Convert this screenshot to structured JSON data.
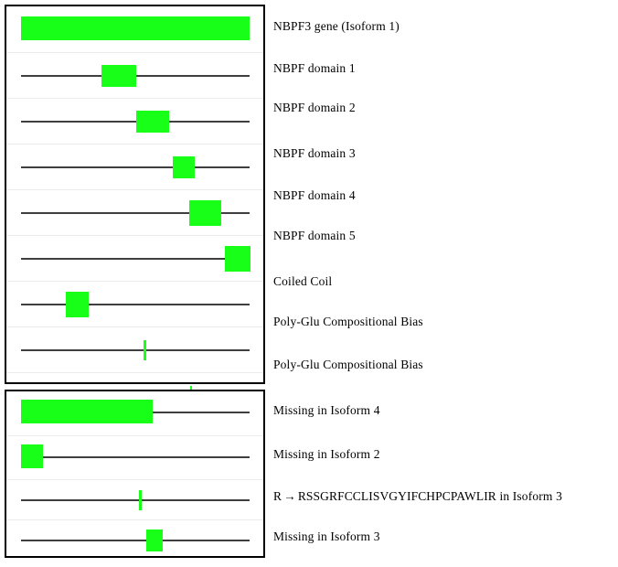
{
  "figure": {
    "title": "NBPF3 protein feature / domain diagram",
    "colors": {
      "feature_green": "#18ff18",
      "backbone_gray": "#3f3f3f",
      "row_divider": "#ececec",
      "panel_border": "#000000",
      "background": "#ffffff",
      "text": "#000000"
    }
  },
  "panels": [
    {
      "id": "panel-main",
      "name": "canonical-features-panel",
      "rows": [
        {
          "id": "row-gene",
          "label": "NBPF3  gene (Isoform  1)",
          "feature_type": "full-length-bar",
          "backbone": false,
          "features": [
            {
              "start_pct": 1.6,
              "end_pct": 100.0,
              "shape": "bar"
            }
          ]
        },
        {
          "id": "row-nbpf-domain-1",
          "label": "NBPF  domain 1",
          "feature_type": "domain",
          "backbone": true,
          "features": [
            {
              "start_pct": 35.2,
              "end_pct": 50.0,
              "shape": "box"
            }
          ]
        },
        {
          "id": "row-nbpf-domain-2",
          "label": "NBPF  domain 2",
          "feature_type": "domain",
          "backbone": true,
          "features": [
            {
              "start_pct": 51.2,
              "end_pct": 65.2,
              "shape": "box"
            }
          ]
        },
        {
          "id": "row-nbpf-domain-3",
          "label": "NBPF  domain 3",
          "feature_type": "domain",
          "backbone": true,
          "features": [
            {
              "start_pct": 66.4,
              "end_pct": 76.0,
              "shape": "box"
            }
          ]
        },
        {
          "id": "row-nbpf-domain-4",
          "label": "NBPF  domain 4",
          "feature_type": "domain",
          "backbone": true,
          "features": [
            {
              "start_pct": 73.6,
              "end_pct": 89.6,
              "shape": "box"
            }
          ]
        },
        {
          "id": "row-nbpf-domain-5",
          "label": "NBPF  domain 5",
          "feature_type": "domain",
          "backbone": true,
          "features": [
            {
              "start_pct": 91.2,
              "end_pct": 102.4,
              "shape": "box"
            }
          ]
        },
        {
          "id": "row-coiled-coil",
          "label": "Coiled  Coil",
          "feature_type": "coiled-coil",
          "backbone": true,
          "features": [
            {
              "start_pct": 21.6,
              "end_pct": 31.6,
              "shape": "box"
            }
          ]
        },
        {
          "id": "row-poly-glu-1",
          "label": "Poly-Glu  Compositional  Bias",
          "feature_type": "compositional-bias",
          "backbone": true,
          "features": [
            {
              "start_pct": 55.2,
              "end_pct": 56.4,
              "shape": "tick"
            }
          ]
        },
        {
          "id": "row-poly-glu-2",
          "label": "Poly-Glu  Compositional  Bias",
          "feature_type": "compositional-bias",
          "backbone": true,
          "features": [
            {
              "start_pct": 75.6,
              "end_pct": 76.4,
              "shape": "tick"
            }
          ]
        }
      ]
    },
    {
      "id": "panel-iso",
      "name": "isoform-variation-panel",
      "rows": [
        {
          "id": "row-missing-isoform-4",
          "label": "Missing in Isoform 4",
          "feature_type": "missing-region",
          "backbone": true,
          "features": [
            {
              "start_pct": 1.6,
              "end_pct": 59.2,
              "shape": "bar"
            }
          ]
        },
        {
          "id": "row-missing-isoform-2",
          "label": "Missing in Isoform 2",
          "feature_type": "missing-region",
          "backbone": true,
          "features": [
            {
              "start_pct": 1.6,
              "end_pct": 11.2,
              "shape": "bar"
            }
          ]
        },
        {
          "id": "row-substitution-isoform-3",
          "label_prefix": "R",
          "label_arrow": "→",
          "label_sequence": "RSSGRFCCLISVGYIFCHPCPAWLIR",
          "label_suffix": "in Isoform 3",
          "feature_type": "sequence-substitution",
          "backbone": true,
          "features": [
            {
              "start_pct": 53.6,
              "end_pct": 54.4,
              "shape": "tick"
            }
          ]
        },
        {
          "id": "row-missing-isoform-3",
          "label": "Missing in Isoform 3",
          "feature_type": "missing-region",
          "backbone": true,
          "features": [
            {
              "start_pct": 56.8,
              "end_pct": 63.6,
              "shape": "box"
            }
          ]
        }
      ]
    }
  ]
}
